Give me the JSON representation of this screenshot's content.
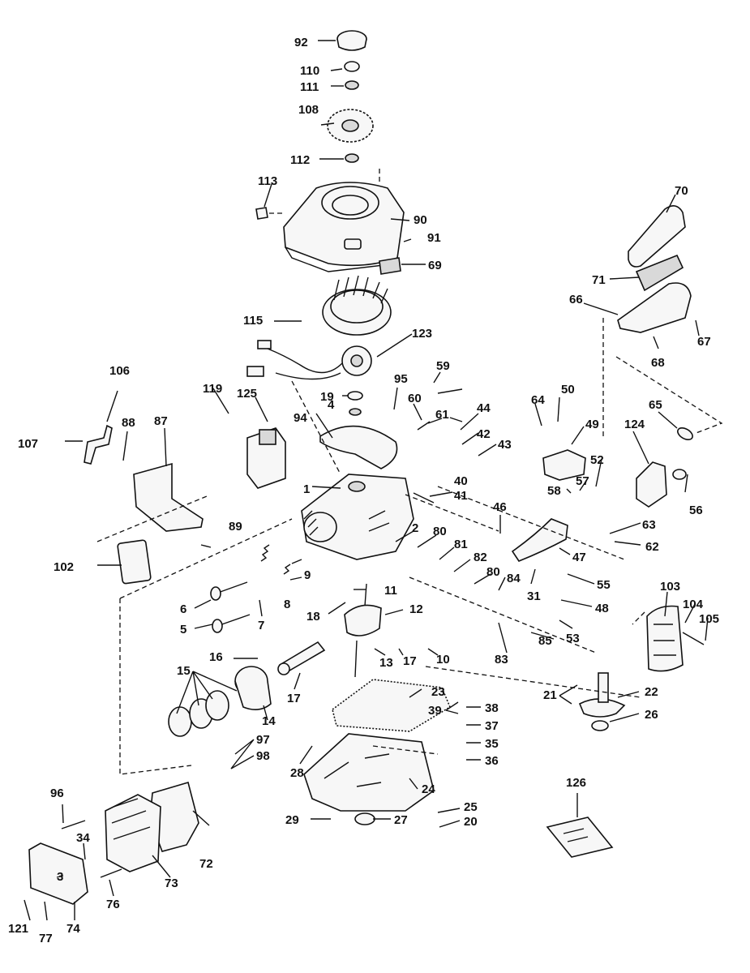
{
  "labels": {
    "l92": "92",
    "l110": "110",
    "l111": "111",
    "l108": "108",
    "l112": "112",
    "l113": "113",
    "l90": "90",
    "l91": "91",
    "l69": "69",
    "l70": "70",
    "l71": "71",
    "l66": "66",
    "l67": "67",
    "l68": "68",
    "l115": "115",
    "l123": "123",
    "l106": "106",
    "l107": "107",
    "l88": "88",
    "l87": "87",
    "l119": "119",
    "l125": "125",
    "l19": "19",
    "l95": "95",
    "l59": "59",
    "l60": "60",
    "l61": "61",
    "l44": "44",
    "l42": "42",
    "l43": "43",
    "l64": "64",
    "l50": "50",
    "l49": "49",
    "l65": "65",
    "l124": "124",
    "l4": "4",
    "l94": "94",
    "l1": "1",
    "l40": "40",
    "l41": "41",
    "l58": "58",
    "l57": "57",
    "l52": "52",
    "l56": "56",
    "l89": "89",
    "l102": "102",
    "l46": "46",
    "l63": "63",
    "l62": "62",
    "l2": "2",
    "l80a": "80",
    "l81": "81",
    "l82": "82",
    "l80b": "80",
    "l47": "47",
    "l84": "84",
    "l31": "31",
    "l55": "55",
    "l48": "48",
    "l103": "103",
    "l104": "104",
    "l105": "105",
    "l6": "6",
    "l9": "9",
    "l8": "8",
    "l11": "11",
    "l18": "18",
    "l7": "7",
    "l5": "5",
    "l12": "12",
    "l53": "53",
    "l83": "83",
    "l85": "85",
    "l16": "16",
    "l10": "10",
    "l15": "15",
    "l13": "13",
    "l17a": "17",
    "l17b": "17",
    "l21": "21",
    "l22": "22",
    "l26": "26",
    "l14": "14",
    "l23": "23",
    "l39": "39",
    "l38": "38",
    "l37": "37",
    "l97": "97",
    "l98": "98",
    "l35": "35",
    "l28": "28",
    "l36": "36",
    "l126": "126",
    "l96": "96",
    "l72": "72",
    "l24": "24",
    "l25": "25",
    "l20": "20",
    "l29": "29",
    "l27": "27",
    "l34": "34",
    "l73": "73",
    "l76": "76",
    "l121": "121",
    "l77": "77",
    "l74": "74",
    "l3": "3"
  }
}
